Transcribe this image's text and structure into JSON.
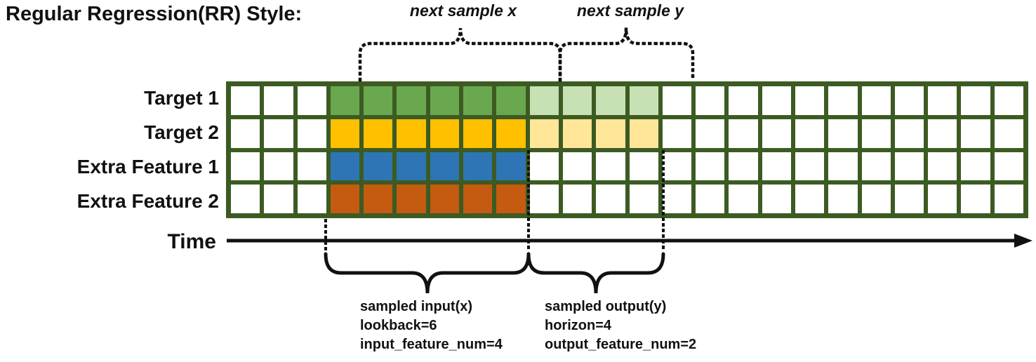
{
  "title": "Regular Regression(RR) Style:",
  "labels": {
    "next_sample_x": "next sample x",
    "next_sample_y": "next sample y",
    "time": "Time"
  },
  "grid": {
    "columns": 24,
    "input_start_col": 3,
    "input_len": 6,
    "output_len": 4,
    "empty_color": "#ffffff",
    "grid_line_color": "#3c5b22",
    "rows": [
      {
        "label": "Target 1",
        "input_color": "#6aa84f",
        "output_color": "#c7e0b4"
      },
      {
        "label": "Target 2",
        "input_color": "#ffc000",
        "output_color": "#ffe699"
      },
      {
        "label": "Extra Feature 1",
        "input_color": "#2e75b6",
        "output_color": null
      },
      {
        "label": "Extra Feature 2",
        "input_color": "#c55a11",
        "output_color": null
      }
    ]
  },
  "notes": {
    "input": {
      "title": "sampled input(x)",
      "line2": "lookback=6",
      "line3": "input_feature_num=4"
    },
    "output": {
      "title": "sampled output(y)",
      "line2": "horizon=4",
      "line3": "output_feature_num=2"
    }
  }
}
